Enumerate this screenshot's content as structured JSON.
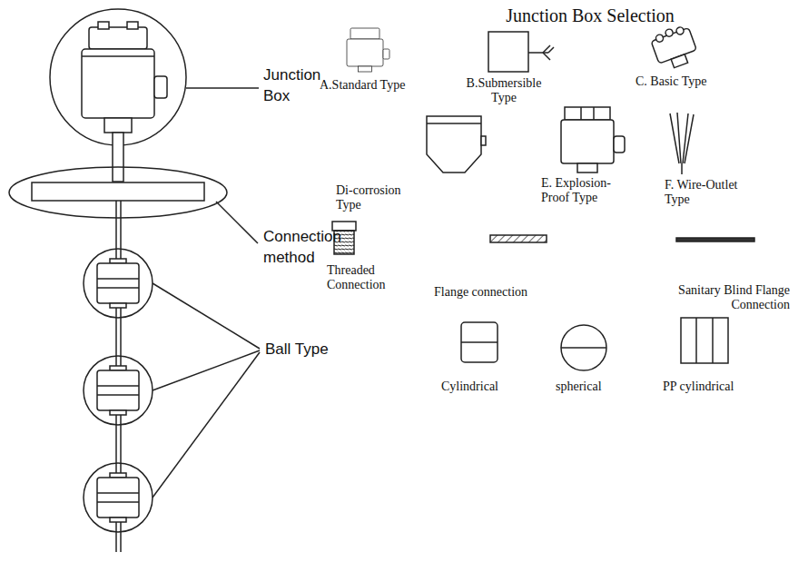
{
  "diagram": {
    "title": "Junction Box Selection",
    "labels": [
      "Junction Box",
      "Connection method",
      "Ball Type",
      "A.Standard Type",
      "B.Submersible Type",
      "C. Basic Type",
      "Di-corrosion Type",
      "E. Explosion-Proof Type",
      "F. Wire-Outlet Type",
      "Threaded Connection",
      "Flange connection",
      "Sanitary Blind Flange Connection",
      "Cylindrical",
      "spherical",
      "PP cylindrical"
    ]
  }
}
